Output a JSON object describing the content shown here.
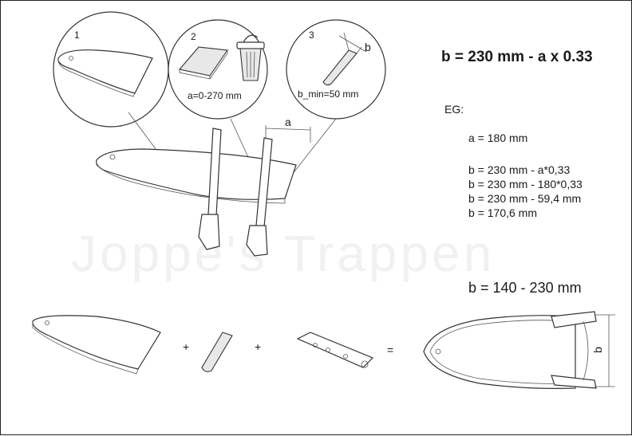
{
  "watermark": "Joppe's Trappen",
  "formula": "b = 230 mm - a x 0.33",
  "callouts": [
    {
      "number": "1"
    },
    {
      "number": "2",
      "caption": "a=0-270 mm"
    },
    {
      "number": "3",
      "caption": "b_min=50 mm",
      "dim": "b"
    }
  ],
  "dimension_a": "a",
  "example": {
    "heading": "EG:",
    "input": "a = 180 mm",
    "steps": [
      "b = 230 mm - a*0,33",
      "b = 230 mm - 180*0,33",
      "b = 230 mm - 59,4 mm",
      "b = 170,6 mm"
    ]
  },
  "range": "b = 140 - 230 mm",
  "assembly": {
    "plus1": "+",
    "plus2": "+",
    "equals": "=",
    "dim_b": "b"
  },
  "colors": {
    "line": "#333333",
    "watermark": "#f1f1f1"
  }
}
